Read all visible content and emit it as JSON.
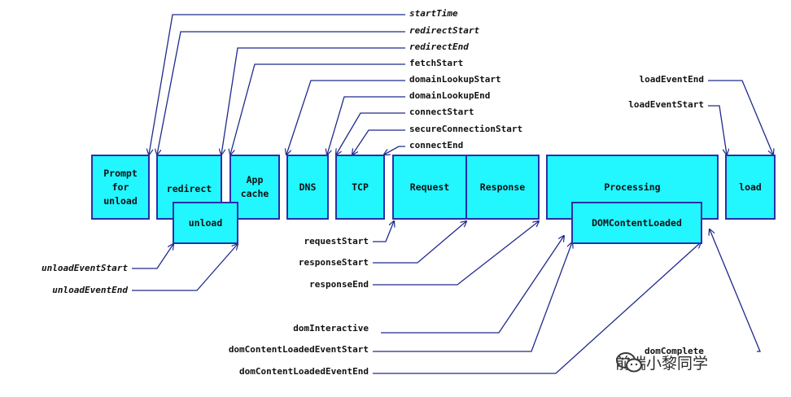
{
  "boxes": {
    "prompt": "Prompt\nfor\nunload",
    "redirect": "redirect",
    "unload": "unload",
    "app_cache": "App\ncache",
    "dns": "DNS",
    "tcp": "TCP",
    "request": "Request",
    "response": "Response",
    "processing": "Processing",
    "dom_content_loaded": "DOMContentLoaded",
    "load": "load"
  },
  "top_labels": {
    "start_time": "startTime",
    "redirect_start": "redirectStart",
    "redirect_end": "redirectEnd",
    "fetch_start": "fetchStart",
    "domain_lookup_start": "domainLookupStart",
    "domain_lookup_end": "domainLookupEnd",
    "connect_start": "connectStart",
    "secure_connection_start": "secureConnectionStart",
    "connect_end": "connectEnd",
    "load_event_end": "loadEventEnd",
    "load_event_start": "loadEventStart"
  },
  "bottom_labels": {
    "unload_event_start": "unloadEventStart",
    "unload_event_end": "unloadEventEnd",
    "request_start": "requestStart",
    "response_start": "responseStart",
    "response_end": "responseEnd",
    "dom_interactive": "domInteractive",
    "dom_content_loaded_event_start": "domContentLoadedEventStart",
    "dom_content_loaded_event_end": "domContentLoadedEventEnd",
    "dom_complete": "domComplete"
  },
  "watermark": "前端小黎同学",
  "colors": {
    "box_fill": "#22f6ff",
    "box_border": "#2a2fa8",
    "line": "#1f2a8a"
  }
}
